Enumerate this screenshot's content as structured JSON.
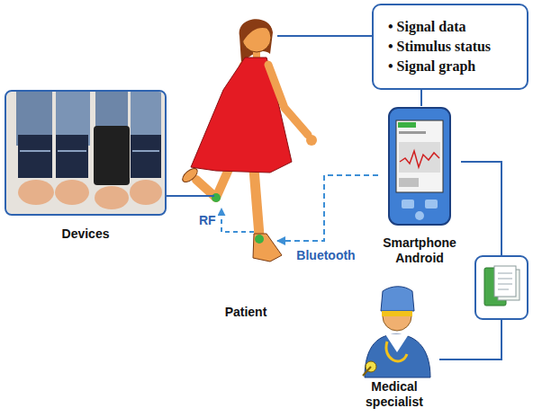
{
  "diagram": {
    "nodes": [
      {
        "text": [
          "• Signal data",
          "• Stimulus status",
          "• Signal graph"
        ]
      },
      {
        "text": [
          "Devices"
        ]
      },
      {
        "text": [
          "Patient"
        ]
      },
      {
        "text": [
          "Smartphone Android"
        ]
      },
      {
        "text": [
          "Medical specialist"
        ]
      }
    ],
    "edges": [
      {
        "from": 1,
        "to": 2,
        "arrow": "none"
      },
      {
        "from": 2,
        "to": 0,
        "arrow": "none"
      },
      {
        "from": 0,
        "to": 3,
        "arrow": "none"
      },
      {
        "from": 3,
        "to": 2,
        "arrow": "to",
        "label": "Bluetooth"
      },
      {
        "from": 3,
        "to": 4,
        "arrow": "none"
      }
    ],
    "labels": [
      "RF"
    ]
  }
}
